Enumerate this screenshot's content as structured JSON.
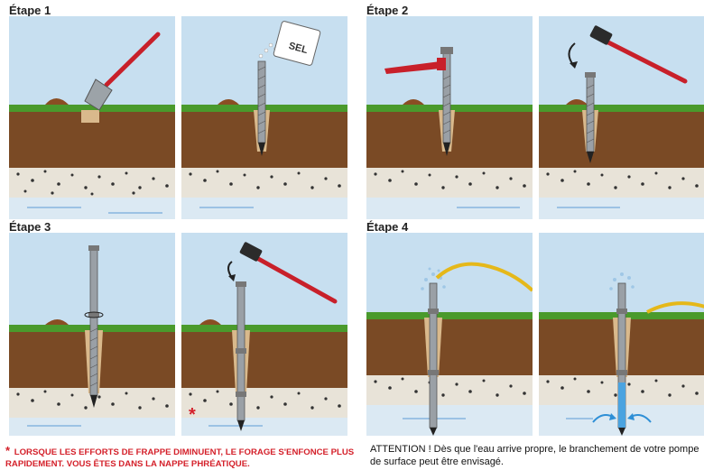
{
  "steps": {
    "s1": "Étape 1",
    "s2": "Étape 2",
    "s3": "Étape 3",
    "s4": "Étape 4"
  },
  "labels": {
    "salt_bag": "SEL",
    "asterisk": "*"
  },
  "notes": {
    "warning_star": "*",
    "warning_text": "LORSQUE LES EFFORTS DE FRAPPE DIMINUENT, LE FORAGE S'ENFONCE PLUS RAPIDEMENT. VOUS ÊTES DANS LA NAPPE PHRÉATIQUE.",
    "attention": "ATTENTION ! Dès que l'eau arrive propre, le branchement de votre pompe de surface peut être envisagé."
  },
  "colors": {
    "sky": "#c7dff0",
    "grass": "#4a9a2c",
    "soil": "#7a4a25",
    "gravel": "#e8e3d8",
    "water": "#dbe9f3",
    "red": "#d4202a",
    "pipe": "#9aa0a6"
  }
}
